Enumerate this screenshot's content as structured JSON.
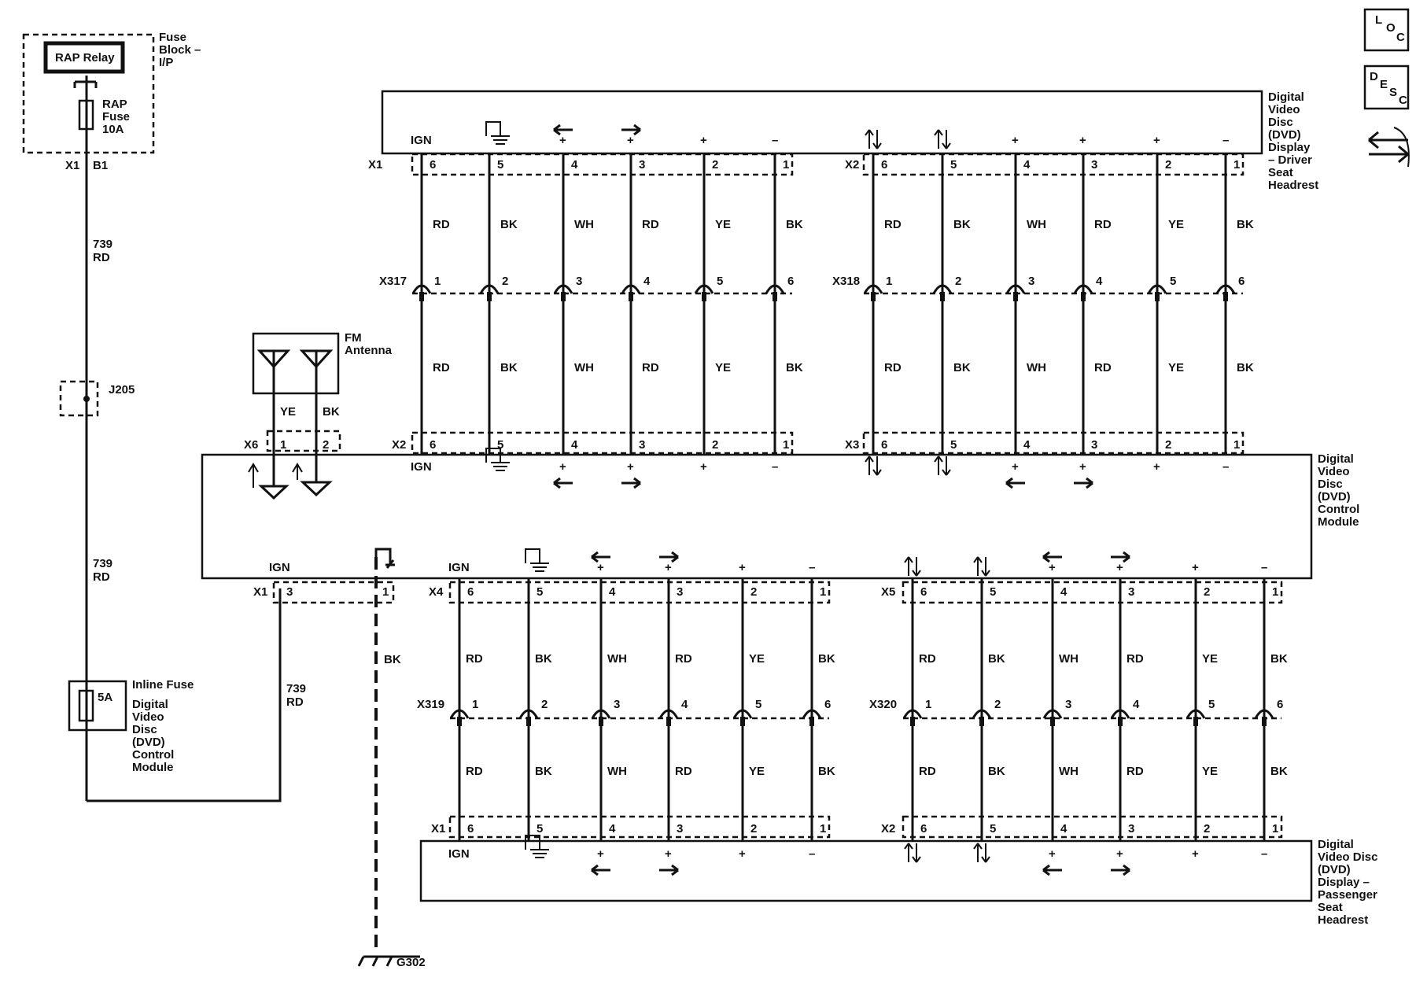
{
  "fuse_block": {
    "title": [
      "Fuse",
      "Block –",
      "I/P"
    ],
    "relay_label": "RAP Relay",
    "fuse_label": [
      "RAP",
      "Fuse",
      "10A"
    ],
    "x_label": "X1",
    "b_label": "B1"
  },
  "feed_wire": {
    "number": "739",
    "color": "RD"
  },
  "splice_label": "J205",
  "inline_fuse": {
    "rating": "5A",
    "title": "Inline Fuse",
    "desc": [
      "Digital",
      "Video",
      "Disc",
      "(DVD)",
      "Control",
      "Module"
    ]
  },
  "ign_wire": {
    "number": "739",
    "color": "RD"
  },
  "antenna": {
    "title": [
      "FM",
      "Antenna"
    ],
    "wire_colors": [
      "YE",
      "BK"
    ],
    "conn": "X6",
    "pins": [
      "1",
      "2"
    ]
  },
  "ground": {
    "wire_color": "BK",
    "label": "G302"
  },
  "driver_display": {
    "title": [
      "Digital",
      "Video",
      "Disc",
      "(DVD)",
      "Display",
      "– Driver",
      "Seat",
      "Headrest"
    ]
  },
  "control_module": {
    "title": [
      "Digital",
      "Video",
      "Disc",
      "(DVD)",
      "Control",
      "Module"
    ],
    "x1": "X1",
    "x1_pins": [
      "3",
      "1"
    ],
    "ign": "IGN"
  },
  "passenger_display": {
    "title": [
      "Digital",
      "Video Disc",
      "(DVD)",
      "Display –",
      "Passenger",
      "Seat",
      "Headrest"
    ]
  },
  "pin_numbers": [
    "6",
    "5",
    "4",
    "3",
    "2",
    "1"
  ],
  "inline_pins": [
    "1",
    "2",
    "3",
    "4",
    "5",
    "6"
  ],
  "wire_colors": [
    "RD",
    "BK",
    "WH",
    "RD",
    "YE",
    "BK"
  ],
  "terminal_label": "IGN",
  "signs": {
    "plus": "+",
    "minus": "–"
  },
  "connectors": {
    "drv_a": "X1",
    "drv_b": "X2",
    "mid_a": "X317",
    "mid_b": "X318",
    "cm_a": "X2",
    "cm_b": "X3",
    "cm_c": "X4",
    "cm_d": "X5",
    "mid_c": "X319",
    "mid_d": "X320",
    "psg_a": "X1",
    "psg_b": "X2"
  },
  "icons": {
    "loc": [
      "L",
      "O",
      "C"
    ],
    "desc": [
      "D",
      "E",
      "S",
      "C"
    ]
  }
}
